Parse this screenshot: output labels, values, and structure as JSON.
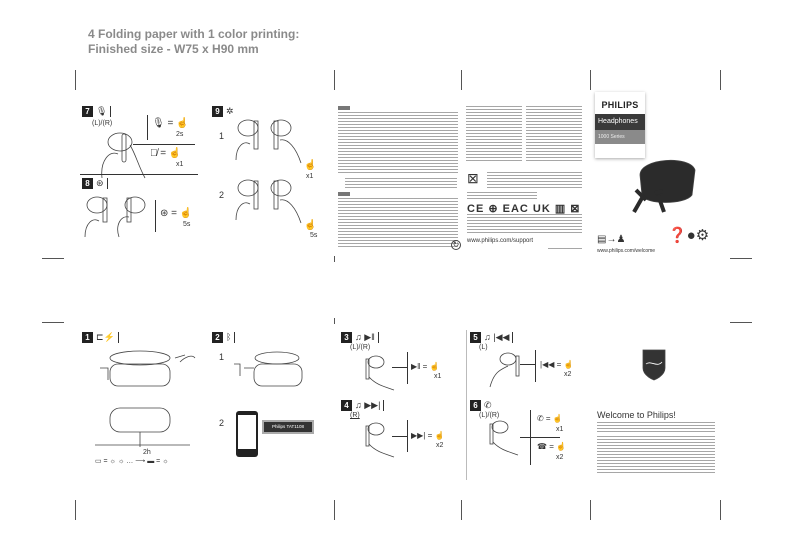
{
  "header": {
    "line1": "4 Folding paper with 1 color printing:",
    "line2": "Finished size - W75 x H90 mm"
  },
  "panels": {
    "p7": {
      "num": "7",
      "icon": "microphone",
      "side": "(L)/(R)",
      "x1": "x1",
      "hold": "2s"
    },
    "p8": {
      "num": "8",
      "icon": "voice-assistant",
      "hold": "5s"
    },
    "p9": {
      "num": "9",
      "icon": "reset",
      "step1": "1",
      "step2": "2",
      "x1": "x1",
      "hold": "5s"
    },
    "p1": {
      "num": "1",
      "icon": "charging",
      "time": "2h"
    },
    "p2": {
      "num": "2",
      "icon": "bluetooth",
      "step1": "1",
      "step2": "2",
      "device": "Philips TAT1108"
    },
    "p3": {
      "num": "3",
      "icon": "play-pause",
      "side": "(L)/(R)",
      "x1": "x1"
    },
    "p4": {
      "num": "4",
      "icon": "next-track",
      "side": "(R)",
      "x2": "x2"
    },
    "p5": {
      "num": "5",
      "icon": "previous-track",
      "side": "(L)",
      "x2": "x2"
    },
    "p6": {
      "num": "6",
      "icon": "call",
      "side": "(L)/(R)",
      "x1": "x1",
      "x2": "x2"
    }
  },
  "cover": {
    "brand": "PHILIPS",
    "product": "Headphones",
    "series": "1000 Series",
    "url": "www.philips.com/welcome"
  },
  "back": {
    "url": "www.philips.com/support",
    "welcome": "Welcome to Philips!"
  },
  "colors": {
    "ink": "#222222",
    "title": "#8a8a8a"
  }
}
